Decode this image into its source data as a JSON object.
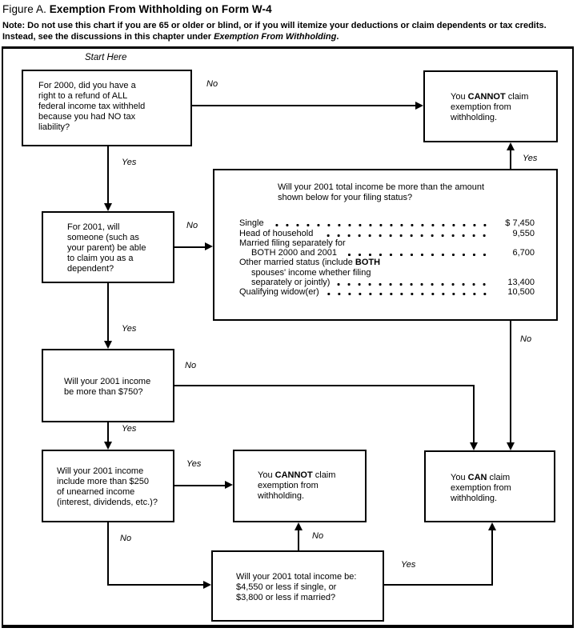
{
  "title": {
    "prefix": "Figure A.",
    "main": "Exemption From Withholding on Form W-4"
  },
  "note": {
    "label": "Note:",
    "line1": "Do not use this chart if you are 65 or older or blind, or if you will itemize your deductions or claim dependents or tax credits.",
    "line2_pre": "Instead, see the discussions in this chapter under",
    "line2_italic": "Exemption From Withholding",
    "line2_post": "."
  },
  "start_here": "Start Here",
  "edge_labels": {
    "yes": "Yes",
    "no": "No"
  },
  "boxes": {
    "q_refund": {
      "lines": [
        "For 2000, did you have a",
        "right to a refund of ALL",
        "federal income tax withheld",
        "because you had NO tax",
        "liability?"
      ]
    },
    "q_dependent": {
      "lines": [
        "For 2001, will",
        "someone (such as",
        "your parent) be able",
        "to claim you as a",
        "dependent?"
      ]
    },
    "q_750": {
      "lines": [
        "Will your 2001 income",
        "be more than $750?"
      ]
    },
    "q_unearned": {
      "lines": [
        "Will your 2001 income",
        "include more than $250",
        "of unearned income",
        "(interest, dividends, etc.)?"
      ]
    },
    "q_total_income": {
      "lines": [
        "Will your 2001 total income be:",
        "$4,550 or less if single, or",
        "$3,800 or less if married?"
      ]
    },
    "cannot_top": {
      "line1_pre": "You",
      "line1_bold": "CANNOT",
      "line1_post": "claim",
      "line2": "exemption  from",
      "line3": "withholding."
    },
    "cannot_mid": {
      "line1_pre": "You",
      "line1_bold": "CANNOT",
      "line1_post": "claim",
      "line2": "exemption  from",
      "line3": "withholding."
    },
    "can": {
      "line1_pre": "You",
      "line1_bold": "CAN",
      "line1_post": "claim",
      "line2": "exemption  from",
      "line3": "withholding."
    },
    "income_table": {
      "heading_lines": [
        "Will your 2001 total income be more than the amount",
        "shown below for your filing status?"
      ],
      "rows": [
        {
          "label": "Single",
          "value": "$ 7,450"
        },
        {
          "label": "Head of household",
          "value": "9,550"
        },
        {
          "label": "Married filing separately for"
        },
        {
          "label": "BOTH 2000 and 2001",
          "value": "6,700"
        },
        {
          "label": "Other married status (include ",
          "label_bold": "BOTH"
        },
        {
          "label": "spouses' income whether filing"
        },
        {
          "label": "separately or jointly)",
          "value": "13,400"
        },
        {
          "label": "Qualifying widow(er)",
          "value": "10,500"
        }
      ]
    }
  }
}
